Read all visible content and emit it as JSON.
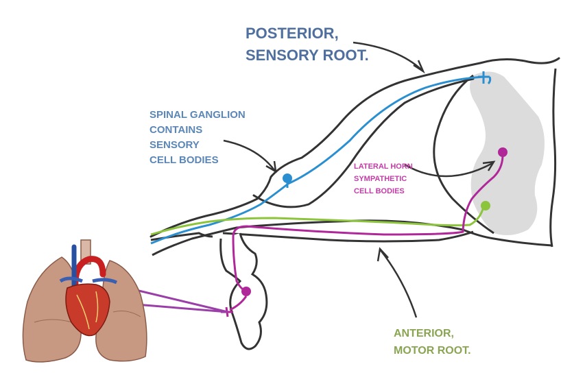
{
  "labels": {
    "posterior_line1": "POSTERIOR,",
    "posterior_line2": "SENSORY ROOT.",
    "ganglion_line1": "SPINAL GANGLION",
    "ganglion_line2": "CONTAINS",
    "ganglion_line3": "SENSORY",
    "ganglion_line4": "CELL BODIES",
    "lateral_line1": "LATERAL HORN",
    "lateral_line2": "SYMPATHETIC",
    "lateral_line3": "CELL BODIES",
    "anterior_line1": "ANTERIOR,",
    "anterior_line2": "MOTOR ROOT."
  },
  "colors": {
    "outline": "#333333",
    "sensory_blue": "#2a8fd0",
    "sympathetic_magenta": "#b0279a",
    "motor_green": "#8cc43c",
    "gray_matter": "#dcdcdc",
    "posterior_text": "#4f6f9f",
    "ganglion_text": "#5b86b5",
    "lateral_text": "#c23ca6",
    "anterior_text": "#8aa552"
  }
}
